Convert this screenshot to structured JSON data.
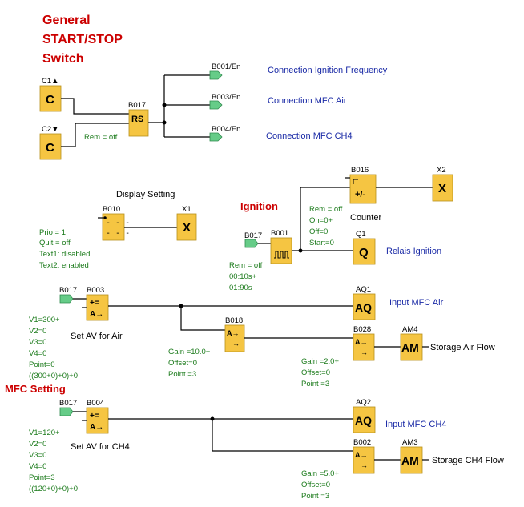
{
  "titles": {
    "general": [
      "General",
      "START/STOP",
      "Switch"
    ],
    "ignition": "Ignition",
    "mfc_setting": "MFC Setting"
  },
  "top": {
    "c1_label": "C1▲",
    "c2_label": "C2▼",
    "c_symbol": "C",
    "rs_label": "B017",
    "rs_symbol": "RS",
    "rs_param": "Rem = off",
    "out1": "B001/En",
    "out2": "B003/En",
    "out3": "B004/En",
    "desc1": "Connection Ignition Frequency",
    "desc2": "Connection  MFC  Air",
    "desc3": "Connection MFC CH4"
  },
  "display": {
    "caption": "Display Setting",
    "block_label": "B010",
    "x_label": "X1",
    "x_symbol": "X",
    "params": [
      "Prio = 1",
      "Quit = off",
      "Text1: disabled",
      "Text2: enabled"
    ]
  },
  "ignition": {
    "in_label": "B017",
    "gen_label": "B001",
    "gen_params": [
      "Rem = off",
      "00:10s+",
      "01:90s"
    ],
    "counter_label": "B016",
    "counter_symbol": "+/-",
    "counter_params": [
      "Rem = off",
      "On=0+",
      "Off=0",
      "Start=0"
    ],
    "counter_caption": "Counter",
    "x2_label": "X2",
    "x2_symbol": "X",
    "q_label": "Q1",
    "q_symbol": "Q",
    "q_desc": "Relais Ignition"
  },
  "air": {
    "in_label": "B017",
    "block_label": "B003",
    "sym_top": "+=",
    "sym_bot": "A→",
    "caption": "Set AV for Air",
    "params": [
      "V1=300+",
      "V2=0",
      "V3=0",
      "V4=0",
      "Point=0",
      "((300+0)+0)+0"
    ],
    "aq_label": "AQ1",
    "aq_symbol": "AQ",
    "aq_desc": "Input MFC Air",
    "amp_label": "B018",
    "amp_params": [
      "Gain  =10.0+",
      "Offset=0",
      "Point =3"
    ],
    "amp2_label": "B028",
    "amp2_params": [
      "Gain  =2.0+",
      "Offset=0",
      "Point =3"
    ],
    "am_label": "AM4",
    "am_symbol": "AM",
    "am_desc": "Storage Air Flow"
  },
  "ch4": {
    "in_label": "B017",
    "block_label": "B004",
    "sym_top": "+=",
    "sym_bot": "A→",
    "caption": "Set AV for CH4",
    "params": [
      "V1=120+",
      "V2=0",
      "V3=0",
      "V4=0",
      "Point=3",
      "((120+0)+0)+0"
    ],
    "aq_label": "AQ2",
    "aq_symbol": "AQ",
    "aq_desc": "Input MFC CH4",
    "amp_label": "B002",
    "amp_params": [
      "Gain  =5.0+",
      "Offset=0",
      "Point =3"
    ],
    "am_label": "AM3",
    "am_symbol": "AM",
    "am_desc": "Storage CH4 Flow"
  },
  "amp_symbol_top": "A→",
  "amp_symbol_bot": "→"
}
